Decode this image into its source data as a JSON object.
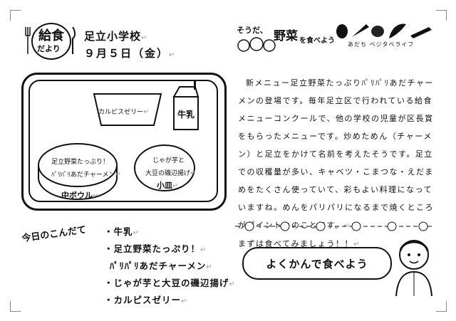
{
  "header": {
    "badge_line1": "給食",
    "badge_line2": "だより",
    "school": "足立小学校",
    "date": "９月５日（金）"
  },
  "tray": {
    "dessert_label": "カルピスゼリー",
    "milk_label": "牛乳",
    "bowl_line1": "足立野菜たっぷり！",
    "bowl_line2": "ﾊﾟﾘﾊﾟﾘあだチャーメン",
    "bowl_name": "中ボウル",
    "plate_line1": "じゃが芋と",
    "plate_line2": "大豆の磯辺揚げ",
    "plate_name": "小皿"
  },
  "today": {
    "title": "今日のこんだて",
    "items": [
      "・牛乳",
      "・足立野菜たっぷり！",
      "ﾊﾟﾘﾊﾟﾘあだチャーメン",
      "・じゃが芋と大豆の磯辺揚げ",
      "・カルピスゼリー"
    ]
  },
  "article": {
    "kicker": "そうだ、",
    "headline_main": "野菜",
    "headline_rest": "を食べよう",
    "tagline": "あだち ベジタベライフ",
    "paragraphs": [
      "新メニュー足立野菜たっぷりﾊﾟﾘﾊﾟﾘあだチャーメンの登場です。毎年足立区で行われている給食メニューコンクールで、他の学校の児童が区長賞をもらったメニューです。炒めためん（チャーメン）と足立をかけて名前を考えたそうです。足立での収穫量が多い、キャベツ・こまつな・えだまめをたくさん使っていて、彩もよい料理になっていますね。めんをパリパリになるまで焼くところがポイントとのことです。",
      "まずは食べてみましょう！！"
    ],
    "bubble": "よくかんで食べよう"
  },
  "return_mark": "↵"
}
